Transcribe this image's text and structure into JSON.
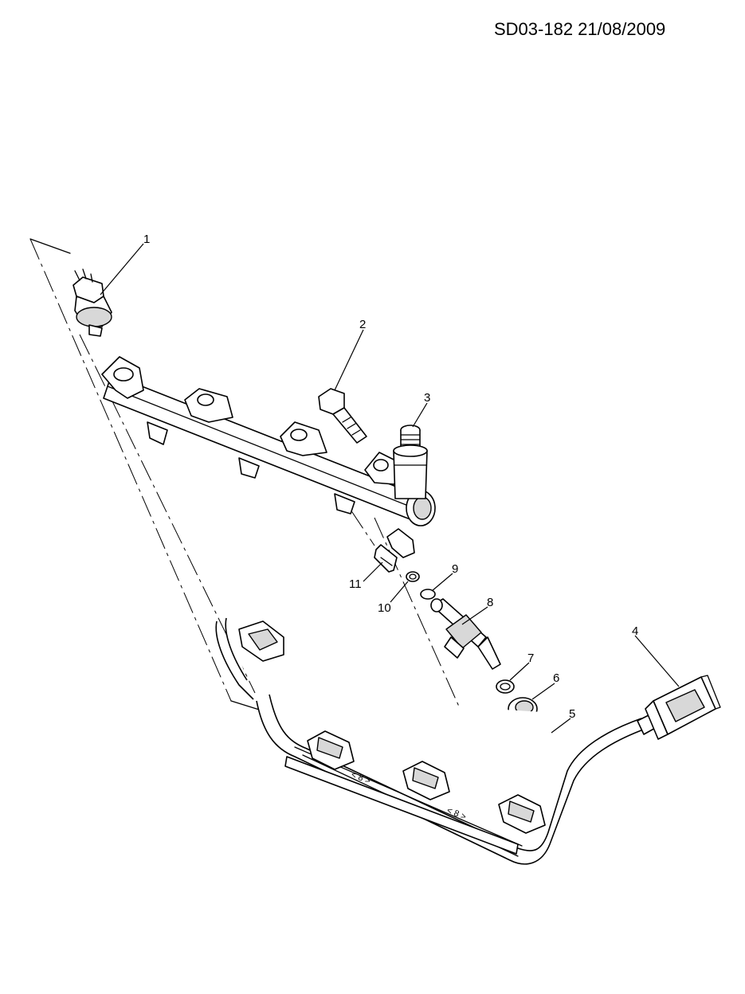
{
  "header": {
    "code": "SD03-182 21/08/2009"
  },
  "callouts": [
    {
      "id": "1",
      "label": "1"
    },
    {
      "id": "2",
      "label": "2"
    },
    {
      "id": "3",
      "label": "3"
    },
    {
      "id": "4",
      "label": "4"
    },
    {
      "id": "5",
      "label": "5"
    },
    {
      "id": "6",
      "label": "6"
    },
    {
      "id": "7",
      "label": "7"
    },
    {
      "id": "8",
      "label": "8"
    },
    {
      "id": "9",
      "label": "9"
    },
    {
      "id": "10",
      "label": "10"
    },
    {
      "id": "11",
      "label": "11"
    }
  ]
}
